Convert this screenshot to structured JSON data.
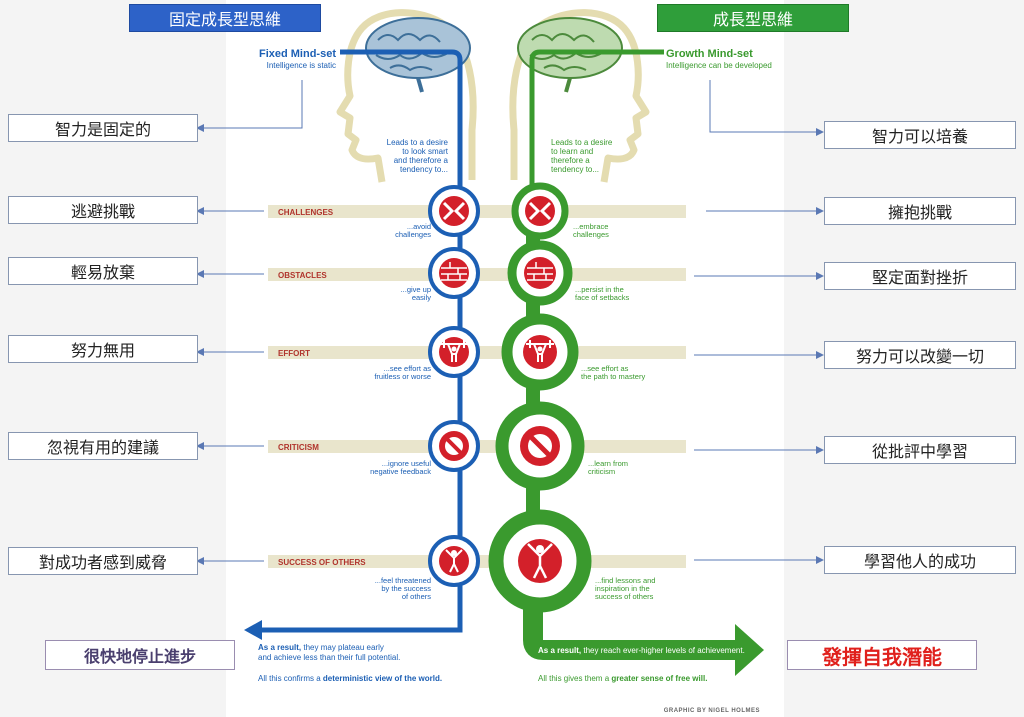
{
  "headers": {
    "fixed_zh": "固定成長型思維",
    "growth_zh": "成長型思維"
  },
  "fixed": {
    "title": "Fixed Mind-set",
    "subtitle": "Intelligence is static",
    "leads": [
      "Leads to a desire",
      "to look smart",
      "and therefore a",
      "tendency to..."
    ],
    "result_lead": "As a result,",
    "result_lines": [
      "they may plateau early",
      "and achieve less than their full potential."
    ],
    "confirm_pre": "All this confirms a",
    "confirm_bold": "deterministic view of the world."
  },
  "growth": {
    "title": "Growth Mind-set",
    "subtitle": "Intelligence can be developed",
    "leads": [
      "Leads to a desire",
      "to learn and",
      "therefore a",
      "tendency to..."
    ],
    "result_lead": "As a result,",
    "result_line": "they reach ever-higher levels of achievement.",
    "confirm_pre": "All this gives them a",
    "confirm_bold": "greater sense of free will."
  },
  "rows": [
    {
      "label": "CHALLENGES",
      "fixed_note": [
        "...avoid",
        "challenges"
      ],
      "growth_note": [
        "...embrace",
        "challenges"
      ],
      "left_zh": "逃避挑戰",
      "right_zh": "擁抱挑戰",
      "icon": "arrows-icon"
    },
    {
      "label": "OBSTACLES",
      "fixed_note": [
        "...give up",
        "easily"
      ],
      "growth_note": [
        "...persist in the",
        "face of setbacks"
      ],
      "left_zh": "輕易放棄",
      "right_zh": "堅定面對挫折",
      "icon": "brick-wall-icon"
    },
    {
      "label": "EFFORT",
      "fixed_note": [
        "...see effort as",
        "fruitless or worse"
      ],
      "growth_note": [
        "...see effort as",
        "the path to mastery"
      ],
      "left_zh": "努力無用",
      "right_zh": "努力可以改變一切",
      "icon": "weightlifter-icon"
    },
    {
      "label": "CRITICISM",
      "fixed_note": [
        "...ignore useful",
        "negative feedback"
      ],
      "growth_note": [
        "...learn from",
        "criticism"
      ],
      "left_zh": "忽視有用的建議",
      "right_zh": "從批評中學習",
      "icon": "no-sign-icon"
    },
    {
      "label": "SUCCESS OF OTHERS",
      "fixed_note": [
        "...feel threatened",
        "by the success",
        "of others"
      ],
      "growth_note": [
        "...find lessons and",
        "inspiration in the",
        "success of others"
      ],
      "left_zh": "對成功者感到威脅",
      "right_zh": "學習他人的成功",
      "icon": "person-icon"
    }
  ],
  "left_top_zh": "智力是固定的",
  "right_top_zh": "智力可以培養",
  "result_left_zh": "很快地停止進步",
  "result_right_zh": "發揮自我潛能",
  "credit": "GRAPHIC BY NIGEL HOLMES",
  "colors": {
    "fixed": "#1c5fb4",
    "growth": "#3a9a2e",
    "icon_red": "#d3202a",
    "band": "#e9e5cc",
    "label": "#b0342c"
  }
}
